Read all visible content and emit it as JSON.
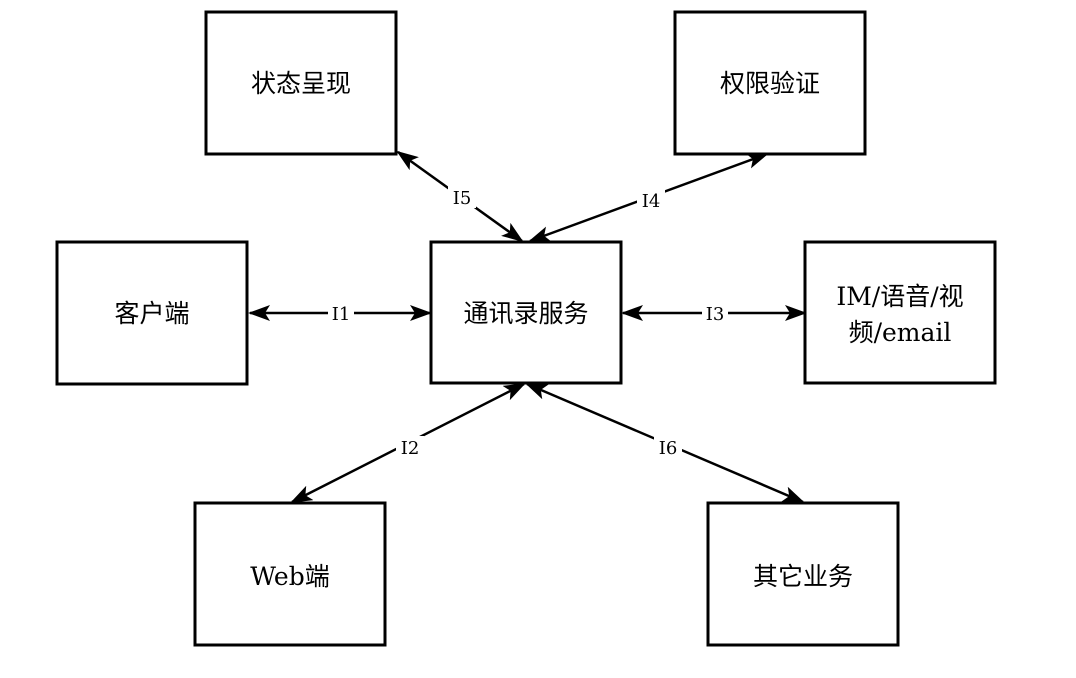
{
  "nodes": {
    "center": {
      "label": "通讯录服务"
    },
    "status": {
      "label": "状态呈现"
    },
    "auth": {
      "label": "权限验证"
    },
    "client": {
      "label": "客户端"
    },
    "im": {
      "label_line1": "IM/语音/视",
      "label_line2": "频/email"
    },
    "web": {
      "label": "Web端"
    },
    "other": {
      "label": "其它业务"
    }
  },
  "edges": {
    "i1": {
      "label": "I1"
    },
    "i2": {
      "label": "I2"
    },
    "i3": {
      "label": "I3"
    },
    "i4": {
      "label": "I4"
    },
    "i5": {
      "label": "I5"
    },
    "i6": {
      "label": "I6"
    }
  }
}
